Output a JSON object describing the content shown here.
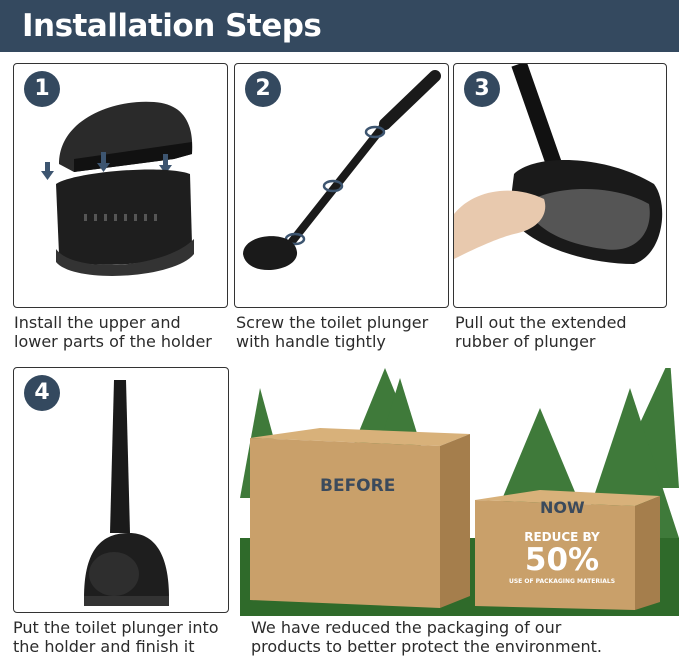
{
  "header": {
    "title": "Installation Steps"
  },
  "steps": [
    {
      "number": "1",
      "caption_line1": "Install the upper and",
      "caption_line2": "lower parts of the holder"
    },
    {
      "number": "2",
      "caption_line1": "Screw the toilet plunger",
      "caption_line2": "with handle tightly"
    },
    {
      "number": "3",
      "caption_line1": "Pull out the extended",
      "caption_line2": "rubber of plunger"
    },
    {
      "number": "4",
      "caption_line1": "Put the toilet plunger into",
      "caption_line2": "the holder and finish it"
    }
  ],
  "packaging": {
    "before_label": "BEFORE",
    "now_label": "NOW",
    "reduce_by": "REDUCE BY",
    "percent": "50%",
    "sub": "USE OF PACKAGING MATERIALS",
    "caption_line1": "We have reduced the packaging of our",
    "caption_line2": "products to better protect the environment."
  }
}
